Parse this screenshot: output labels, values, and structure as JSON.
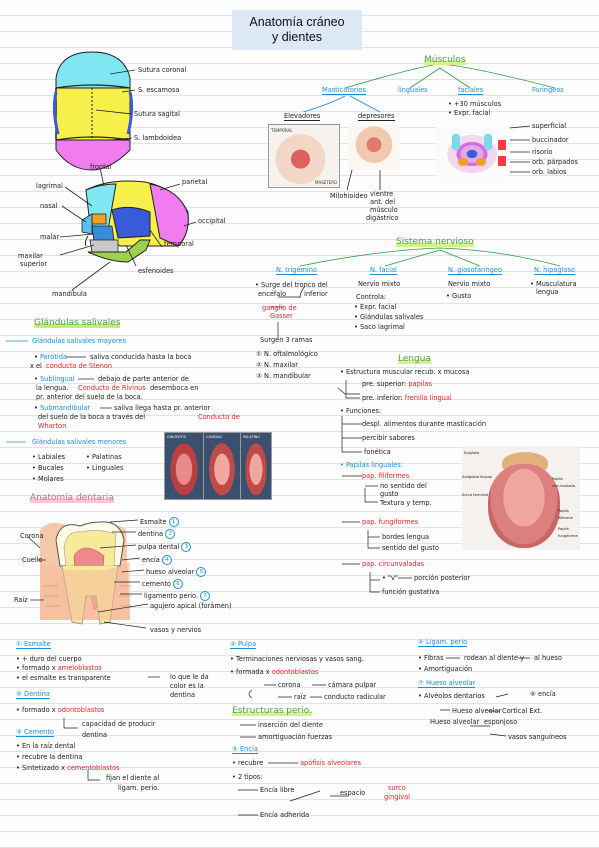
{
  "title": {
    "line1": "Anatomía cráneo",
    "line2": "y dientes"
  },
  "skull_top": {
    "labels": [
      "Sutura coronal",
      "S. escamosa",
      "Sutura sagital",
      "S. lambdoidea"
    ],
    "colors": {
      "frontal": "#7fe7f2",
      "parietal": "#f7ef4a",
      "occipital": "#f07cf0",
      "temporal": "#3a5bd9"
    }
  },
  "skull_side": {
    "labels": {
      "frontal": "frontal",
      "lagrimal": "lagrimal",
      "nasal": "nasal",
      "malar": "malar",
      "maxilar": "maxilar",
      "superior": "superior",
      "mandibula": "mandíbula",
      "parietal": "parietal",
      "occipital": "occipital",
      "temporal": "temporal",
      "esfenoides": "esfenoides"
    }
  },
  "musculos": {
    "title": "Músculos",
    "masticatorios": "Masticatorios",
    "linguales": "linguales",
    "faciales": "faciales",
    "faringeos": "Faríngeos",
    "elevadores": "Elevadores",
    "depresores": "depresores",
    "milohioideo": "Milohioideo",
    "vientre": [
      "vientre",
      "ant. del",
      "músculo",
      "digástrico"
    ],
    "faciales_items": [
      "+30 músculos",
      "Expr. facial"
    ],
    "facial_right": [
      "superficial",
      "buccinador",
      "risorio",
      "orb. párpados",
      "orb. labios"
    ],
    "photo_labels": {
      "temporal": "TEMPORAL",
      "masetero": "MASETERO"
    }
  },
  "nervioso": {
    "title": "Sistema nervioso",
    "cols": [
      "N. trigémino",
      "N. facial",
      "N. glosofaríngeo",
      "N. hipogloso"
    ],
    "trigemino": [
      "Surge del tronco del",
      "encéfalo",
      "inferior",
      "ganglio de",
      "Gasser",
      "Surgen 3 ramas",
      "N. oftalmológico",
      "N. maxilar",
      "N. mandibular"
    ],
    "facial": [
      "Nervio mixto",
      "Controla:",
      "Expr. facial",
      "Glándulas salivales",
      "Saco lagrimal"
    ],
    "glosofaringeo": [
      "Nervio mixto",
      "Gusto"
    ],
    "hipogloso": [
      "Musculatura",
      "lengua"
    ]
  },
  "glandulas": {
    "title": "Glándulas salivales",
    "mayores": "Glándulas salivales mayores",
    "parotida": [
      "Parótida",
      "saliva conducida hasta la boca",
      "x el",
      "conducto de Stenon"
    ],
    "sublingual": [
      "Sublingual",
      "debajo de parte anterior de",
      "la lengua.",
      "Conducto de Rivinus",
      "desemboca en",
      "pr. anterior del suelo de la boca."
    ],
    "submandibular": [
      "Submandibular",
      "saliva llega hasta pr. anterior",
      "del suelo de la boca a través del",
      "Conducto de",
      "Wharton"
    ],
    "menores": "Glándulas salivales menores",
    "menores_items": [
      "Labiales",
      "Palatinas",
      "Bucales",
      "Linguales",
      "Molares"
    ],
    "photo_captions": [
      "GINGIVITIS",
      "CAVIDAD",
      "PALATINO"
    ]
  },
  "lengua": {
    "title": "Lengua",
    "estructura": "Estructura muscular recub. x mucosa",
    "pre_superior": "pre. superior:",
    "papilas": "papilas",
    "pre_inferior": "pre. inferior:",
    "frenillo": "frenillo lingual",
    "funciones": "Funciones:",
    "funciones_items": [
      "despl. alimentos durante masticación",
      "percibir sabores",
      "fonética"
    ],
    "papilas_linguales": "Papilas linguales:",
    "filiformes": "pap. filiformes",
    "filiformes_items": [
      "no sentido del",
      "gusto",
      "Textura y temp."
    ],
    "fungiformes": "pap. fungiformes",
    "fungiformes_items": [
      "bordes lengua",
      "sentido del gusto"
    ],
    "circunvaladas": "pap. circunvaladas",
    "circunvaladas_items": [
      "\"v\"",
      "porción posterior",
      "función gustativa"
    ],
    "tongue_labels": [
      "Epiglotis",
      "Amígdala lingual",
      "Surco terminal",
      "Papila circunvalada",
      "Papila filiforme",
      "Papila fungiforme"
    ]
  },
  "anatomia_dentaria": {
    "title": "Anatomía dentaria",
    "left": [
      "Corona",
      "Cuello",
      "Raíz"
    ],
    "right": [
      "Esmalte",
      "dentina",
      "pulpa dental",
      "encía",
      "hueso alveolar",
      "cemento",
      "ligamento perio.",
      "agujero apical (forámen)",
      "vasos y nervios"
    ],
    "nums": [
      "1",
      "2",
      "3",
      "4",
      "5",
      "6",
      "7"
    ]
  },
  "esmalte": {
    "title": "Esmalte",
    "items": [
      "+ duro del cuerpo",
      "formado x",
      "ameloblastos",
      "el esmalte es transparente",
      "lo que le da",
      "color es la",
      "dentina"
    ]
  },
  "dentina": {
    "title": "Dentina",
    "items": [
      "formado x",
      "odontoblastos",
      "capacidad de producir",
      "dentina"
    ]
  },
  "cemento": {
    "title": "Cemento",
    "items": [
      "En la raíz dental",
      "recubre la dentina",
      "Sintetizado x",
      "cementoblastos",
      "fijan el diente al",
      "ligam. perio."
    ]
  },
  "pulpa": {
    "title": "Pulpa",
    "items": [
      "Terminaciones nerviosas y vasos sang.",
      "formada x",
      "odontoblastos",
      "corona",
      "cámara pulpar",
      "raíz",
      "conducto radicular"
    ]
  },
  "estructuras_perio": {
    "title": "Estructuras perio.",
    "items": [
      "inserción del diente",
      "amortiguación fuerzas"
    ]
  },
  "encia": {
    "title": "Encía",
    "items": [
      "recubre",
      "apófisis alveolares",
      "2 tipos:",
      "Encía libre",
      "espacio",
      "surco",
      "gingival",
      "Encía adherida"
    ]
  },
  "ligam_perio": {
    "title": "Ligam. perio",
    "items": [
      "Fibras",
      "rodean al diente y",
      "al hueso",
      "Amortiguación"
    ]
  },
  "hueso_alveolar": {
    "title": "Hueso alveolar",
    "items": [
      "Alvéolos dentarios",
      "encía",
      "Hueso alveolar",
      "Cortical Ext.",
      "Hueso alveolar",
      "esponjoso",
      "vasos sanguíneos"
    ]
  }
}
